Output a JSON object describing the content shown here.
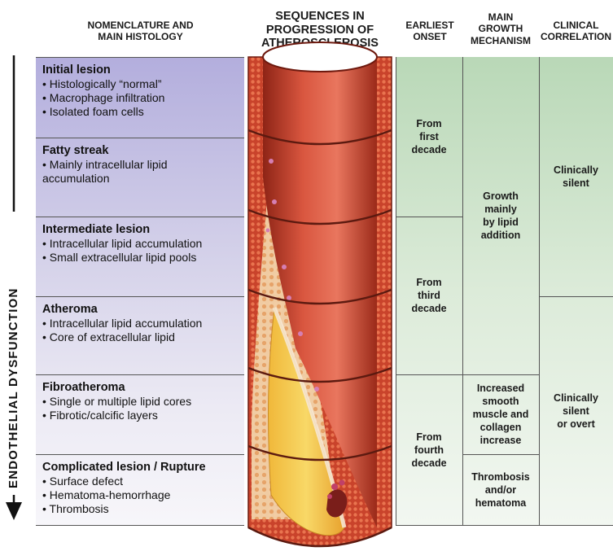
{
  "headers": {
    "nomenclature": "NOMENCLATURE AND\nMAIN HISTOLOGY",
    "sequences": "SEQUENCES IN\nPROGRESSION OF\nATHEROSCLEROSIS",
    "onset": "EARLIEST\nONSET",
    "growth": "MAIN\nGROWTH\nMECHANISM",
    "clinical": "CLINICAL\nCORRELATION"
  },
  "side_label": "ENDOTHELIAL DYSFUNCTION",
  "stages": [
    {
      "title": "Initial lesion",
      "bullets": [
        "• Histologically “normal”",
        "• Macrophage infiltration",
        "• Isolated foam cells"
      ]
    },
    {
      "title": "Fatty streak",
      "bullets": [
        "• Mainly intracellular lipid",
        "accumulation"
      ]
    },
    {
      "title": "Intermediate lesion",
      "bullets": [
        "• Intracellular lipid accumulation",
        "• Small extracellular lipid pools"
      ]
    },
    {
      "title": "Atheroma",
      "bullets": [
        "• Intracellular lipid accumulation",
        "• Core of extracellular lipid"
      ]
    },
    {
      "title": "Fibroatheroma",
      "bullets": [
        "• Single or multiple lipid cores",
        "• Fibrotic/calcific layers"
      ]
    },
    {
      "title": "Complicated lesion / Rupture",
      "bullets": [
        "• Surface defect",
        "• Hematoma-hemorrhage",
        "• Thrombosis"
      ]
    }
  ],
  "onset": [
    {
      "text": "From\nfirst\ndecade"
    },
    {
      "text": "From\nthird\ndecade"
    },
    {
      "text": "From\nfourth\ndecade"
    }
  ],
  "growth": [
    {
      "text": "Growth\nmainly\nby lipid\naddition"
    },
    {
      "text": "Increased\nsmooth\nmuscle and\ncollagen\nincrease"
    },
    {
      "text": "Thrombosis\nand/or\nhematoma"
    }
  ],
  "clinical": [
    {
      "text": "Clinically\nsilent"
    },
    {
      "text": "Clinically\nsilent\nor overt"
    }
  ],
  "colors": {
    "stage_gradient": [
      "#b3aedd",
      "#eceaf4"
    ],
    "column_gradient": [
      "#b9d8b7",
      "#f2f7f1"
    ],
    "vessel_red": "#c8402c",
    "lipid_yellow": "#f3c645"
  }
}
